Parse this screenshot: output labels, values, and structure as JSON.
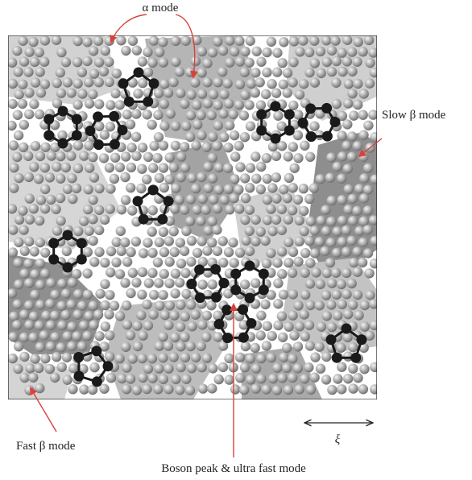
{
  "labels": {
    "alpha_mode": "α mode",
    "slow_beta_mode": "Slow β mode",
    "fast_beta_mode": "Fast β mode",
    "boson_peak": "Boson peak & ultra fast mode",
    "xi": "ξ"
  },
  "colors": {
    "arrow": "#d9413b",
    "ring": "#1a1a1a",
    "region_light": "#cfcfcf",
    "region_dark": "#8e8e8e",
    "bead": "#9a9a9a"
  }
}
